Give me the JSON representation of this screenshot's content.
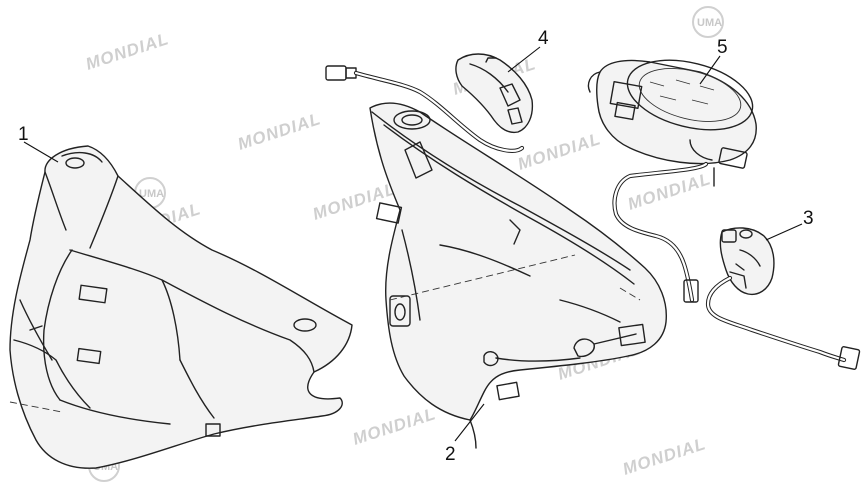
{
  "colors": {
    "line": "#222222",
    "watermark": "#cfcfcf",
    "background": "#ffffff"
  },
  "watermarks": {
    "brand_text": "MONDIAL",
    "logo_text": "UMA"
  },
  "callouts": [
    {
      "id": "1",
      "label": "1"
    },
    {
      "id": "2",
      "label": "2"
    },
    {
      "id": "3",
      "label": "3"
    },
    {
      "id": "4",
      "label": "4"
    },
    {
      "id": "5",
      "label": "5"
    }
  ]
}
